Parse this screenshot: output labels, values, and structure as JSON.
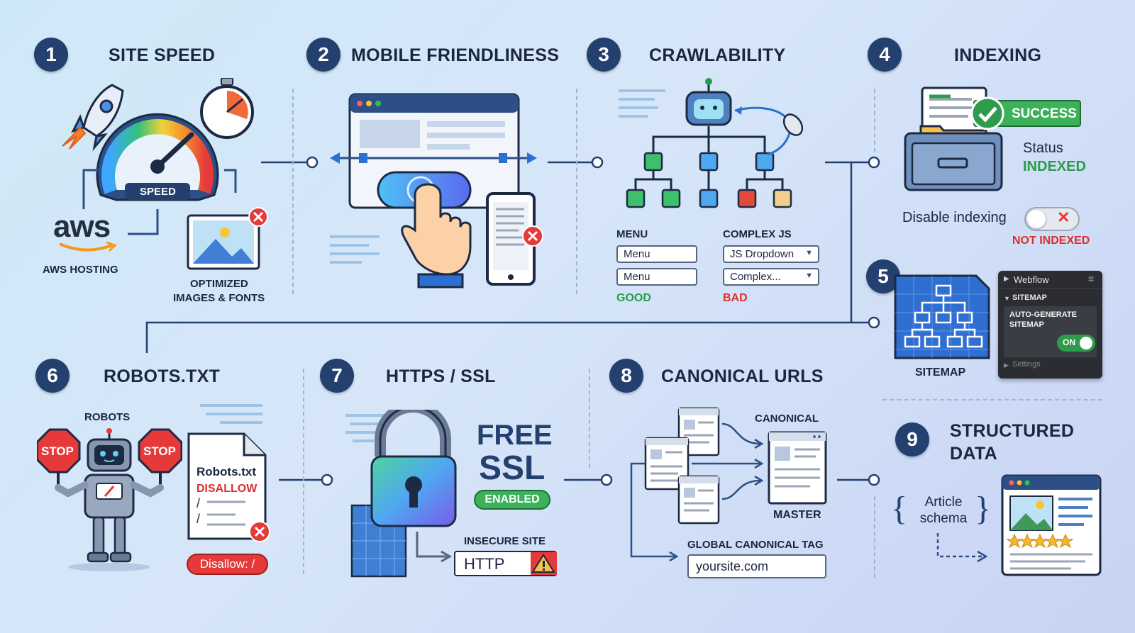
{
  "sections": [
    {
      "number": "1",
      "title": "SITE SPEED"
    },
    {
      "number": "2",
      "title": "MOBILE FRIENDLINESS"
    },
    {
      "number": "3",
      "title": "CRAWLABILITY"
    },
    {
      "number": "4",
      "title": "INDEXING"
    },
    {
      "number": "5",
      "title": ""
    },
    {
      "number": "6",
      "title": "ROBOTS.TXT"
    },
    {
      "number": "7",
      "title": "HTTPS / SSL"
    },
    {
      "number": "8",
      "title": "CANONICAL URLS"
    },
    {
      "number": "9",
      "title": "STRUCTURED\nDATA"
    }
  ],
  "site_speed": {
    "gauge_label": "SPEED",
    "aws_logo": "aws",
    "aws_caption": "AWS HOSTING",
    "images_caption_1": "OPTIMIZED",
    "images_caption_2": "IMAGES & FONTS"
  },
  "crawlability": {
    "menu_heading": "MENU",
    "menu_field_1": "Menu",
    "menu_field_2": "Menu",
    "menu_verdict": "GOOD",
    "js_heading": "COMPLEX JS",
    "js_field_1": "JS Dropdown",
    "js_field_2": "Complex...",
    "js_verdict": "BAD"
  },
  "indexing": {
    "badge": "SUCCESS",
    "status_label": "Status",
    "status_value": "INDEXED",
    "toggle_label": "Disable indexing",
    "not_indexed": "NOT INDEXED"
  },
  "sitemap": {
    "caption": "SITEMAP",
    "panel_title": "Webflow",
    "panel_section": "SITEMAP",
    "auto_label_1": "AUTO-GENERATE",
    "auto_label_2": "SITEMAP",
    "toggle_on": "ON",
    "settings": "Settings"
  },
  "robots": {
    "robots_label": "ROBOTS",
    "stop_1": "STOP",
    "stop_2": "STOP",
    "file_title": "Robots.txt",
    "disallow": "DISALLOW",
    "slash_1": "/",
    "slash_2": "/",
    "disallow_pill": "Disallow: /"
  },
  "ssl": {
    "free": "FREE",
    "ssl": "SSL",
    "enabled": "ENABLED",
    "insecure_label": "INSECURE SITE",
    "http": "HTTP"
  },
  "canonical": {
    "canonical_label": "CANONICAL",
    "master_label": "MASTER",
    "global_label": "GLOBAL CANONICAL TAG",
    "url": "yoursite.com"
  },
  "structured": {
    "schema_1": "Article",
    "schema_2": "schema"
  },
  "colors": {
    "navy": "#23406f",
    "green": "#2e9a4b",
    "red": "#d9302e",
    "blue_line": "#23406f"
  }
}
